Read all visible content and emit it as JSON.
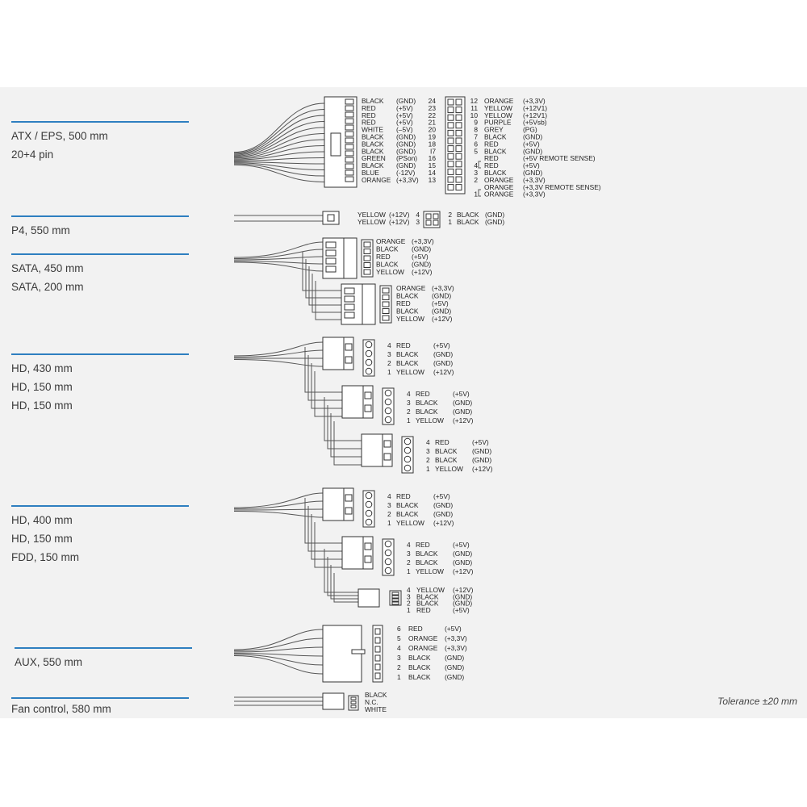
{
  "colors": {
    "accent": "#2e7fc0",
    "panel": "#f2f2f2",
    "wire": "#555555",
    "text": "#3a3a3a"
  },
  "sections": [
    {
      "id": "atx",
      "lines": [
        "ATX / EPS, 500 mm",
        "20+4 pin"
      ]
    },
    {
      "id": "p4",
      "lines": [
        "P4, 550 mm"
      ]
    },
    {
      "id": "sata",
      "lines": [
        "SATA, 450 mm",
        "SATA, 200 mm"
      ]
    },
    {
      "id": "hd1",
      "lines": [
        "HD, 430 mm",
        "HD, 150 mm",
        "HD, 150 mm"
      ]
    },
    {
      "id": "hd2",
      "lines": [
        "HD, 400 mm",
        "HD, 150 mm",
        "FDD, 150 mm"
      ]
    },
    {
      "id": "aux",
      "lines": [
        "AUX, 550 mm"
      ]
    },
    {
      "id": "fan",
      "lines": [
        "Fan control, 580 mm"
      ]
    }
  ],
  "tolerance": "Tolerance ±20 mm",
  "atx": {
    "left": [
      [
        "BLACK",
        "(GND)",
        "24"
      ],
      [
        "RED",
        "(+5V)",
        "23"
      ],
      [
        "RED",
        "(+5V)",
        "22"
      ],
      [
        "RED",
        "(+5V)",
        "21"
      ],
      [
        "WHITE",
        "(–5V)",
        "20"
      ],
      [
        "BLACK",
        "(GND)",
        "19"
      ],
      [
        "BLACK",
        "(GND)",
        "18"
      ],
      [
        "BLACK",
        "(GND)",
        "I7"
      ],
      [
        "GREEN",
        "(PSon)",
        "16"
      ],
      [
        "BLACK",
        "(GND)",
        "15"
      ],
      [
        "BLUE",
        "(-12V)",
        "14"
      ],
      [
        "ORANGE",
        "(+3,3V)",
        "13"
      ]
    ],
    "right": [
      [
        "12",
        "ORANGE",
        "(+3,3V)"
      ],
      [
        "11",
        "YELLOW",
        "(+12V1)"
      ],
      [
        "10",
        "YELLOW",
        "(+12V1)"
      ],
      [
        "9",
        "PURPLE",
        "(+5Vsb)"
      ],
      [
        "8",
        "GREY",
        "(PG)"
      ],
      [
        "7",
        "BLACK",
        "(GND)"
      ],
      [
        "6",
        "RED",
        "(+5V)"
      ],
      [
        "5",
        "BLACK",
        "(GND)"
      ],
      [
        "",
        "RED",
        "(+5V REMOTE SENSE)"
      ],
      [
        "4",
        "RED",
        "(+5V)"
      ],
      [
        "3",
        "BLACK",
        "(GND)"
      ],
      [
        "2",
        "ORANGE",
        "(+3,3V)"
      ],
      [
        "",
        "ORANGE",
        "(+3,3V REMOTE SENSE)"
      ],
      [
        "1",
        "ORANGE",
        "(+3,3V)"
      ]
    ]
  },
  "p4": {
    "left": [
      [
        "YELLOW",
        "(+12V)",
        "4"
      ],
      [
        "YELLOW",
        "(+12V)",
        "3"
      ]
    ],
    "right": [
      [
        "2",
        "BLACK",
        "(GND)"
      ],
      [
        "1",
        "BLACK",
        "(GND)"
      ]
    ]
  },
  "sata": [
    [
      "ORANGE",
      "(+3,3V)"
    ],
    [
      "BLACK",
      "(GND)"
    ],
    [
      "RED",
      "(+5V)"
    ],
    [
      "BLACK",
      "(GND)"
    ],
    [
      "YELLOW",
      "(+12V)"
    ]
  ],
  "molex": [
    [
      "4",
      "RED",
      "(+5V)"
    ],
    [
      "3",
      "BLACK",
      "(GND)"
    ],
    [
      "2",
      "BLACK",
      "(GND)"
    ],
    [
      "1",
      "YELLOW",
      "(+12V)"
    ]
  ],
  "fdd": [
    [
      "4",
      "YELLOW",
      "(+12V)"
    ],
    [
      "3",
      "BLACK",
      "(GND)"
    ],
    [
      "2",
      "BLACK",
      "(GND)"
    ],
    [
      "1",
      "RED",
      "(+5V)"
    ]
  ],
  "aux": [
    [
      "6",
      "RED",
      "(+5V)"
    ],
    [
      "5",
      "ORANGE",
      "(+3,3V)"
    ],
    [
      "4",
      "ORANGE",
      "(+3,3V)"
    ],
    [
      "3",
      "BLACK",
      "(GND)"
    ],
    [
      "2",
      "BLACK",
      "(GND)"
    ],
    [
      "1",
      "BLACK",
      "(GND)"
    ]
  ],
  "fan": [
    "BLACK",
    "N.C.",
    "WHITE"
  ]
}
